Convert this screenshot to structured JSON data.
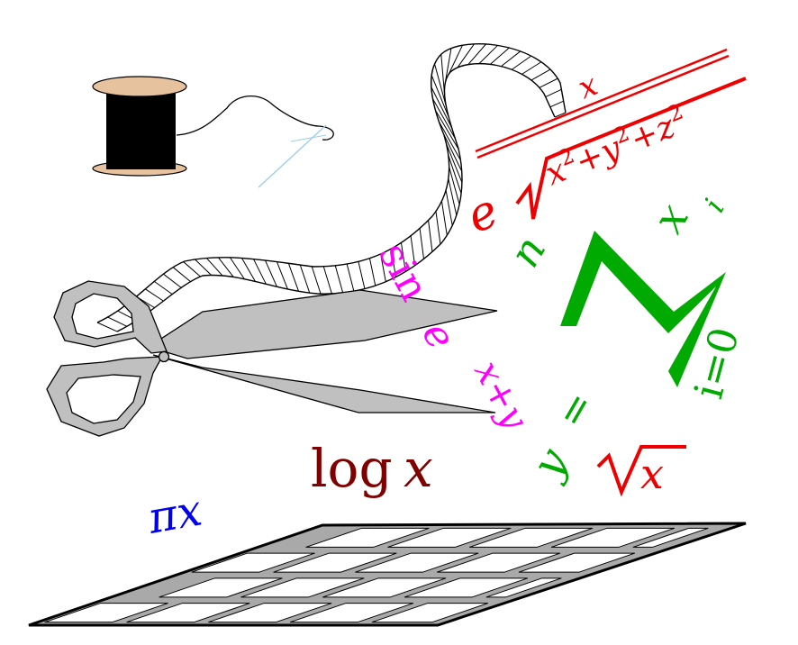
{
  "formulas": {
    "root": {
      "prefix": "e",
      "sq": "2",
      "x": "x",
      "y": "y",
      "z": "z",
      "plus": "+",
      "index": "x"
    },
    "sine": {
      "func": "sin",
      "e": "e",
      "exponent": "x+y"
    },
    "sum": {
      "upper": "n",
      "lower": "i=0",
      "term": "x",
      "sub": "i"
    },
    "y_eq": {
      "lhs": "y",
      "eq": "=",
      "radicand": "x"
    },
    "log": {
      "func": "log",
      "arg": "x"
    },
    "pi": {
      "pi": "π",
      "x": "x"
    }
  },
  "colors": {
    "red": "#ee0000",
    "magenta": "#ff00ff",
    "green": "#00aa00",
    "dark_red": "#800000",
    "blue": "#0000ee",
    "spool_wood": "#e7c29f",
    "scissors_fill": "#c0c0c0",
    "needle": "#9ccfe8",
    "grid_fill": "#a9a9a9"
  },
  "icons": {
    "spool": "thread-spool-icon",
    "needle": "needle-icon",
    "scissors": "scissors-icon",
    "tape": "measuring-tape-icon",
    "mat": "grid-mat-icon"
  }
}
